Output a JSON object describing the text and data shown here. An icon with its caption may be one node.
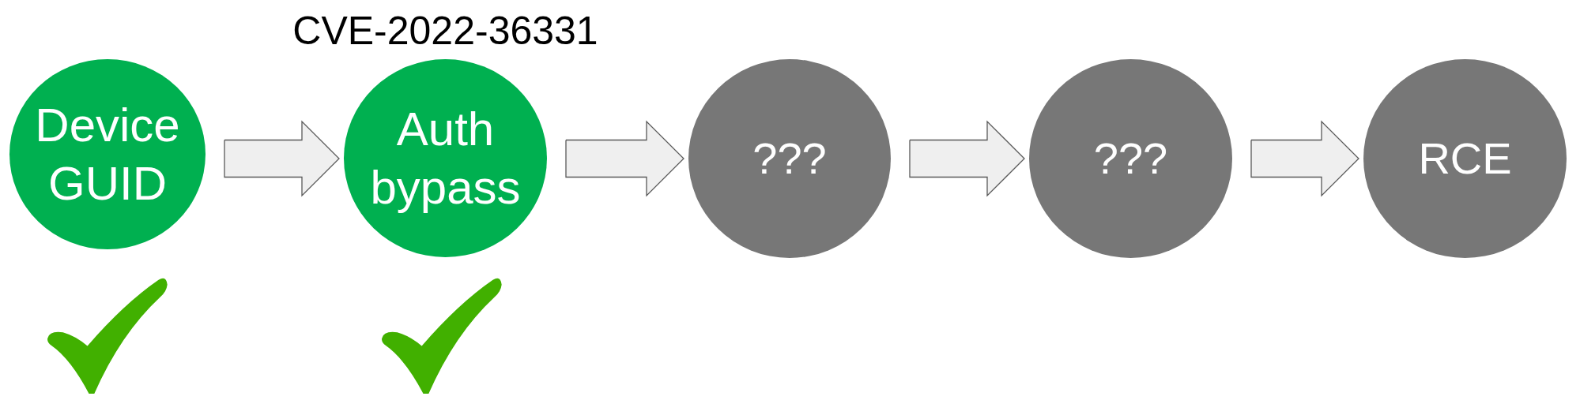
{
  "diagram": {
    "nodes": [
      {
        "text": [
          "Device GUID"
        ]
      },
      {
        "text": [
          "Auth bypass"
        ],
        "beside": [
          "CVE-2022-36331"
        ]
      },
      {
        "text": [
          "???"
        ]
      },
      {
        "text": [
          "???"
        ]
      },
      {
        "text": [
          "RCE"
        ]
      }
    ],
    "edges": [
      {
        "from": 0,
        "to": 1,
        "arrow": "to"
      },
      {
        "from": 1,
        "to": 2,
        "arrow": "to"
      },
      {
        "from": 2,
        "to": 3,
        "arrow": "to"
      },
      {
        "from": 3,
        "to": 4,
        "arrow": "to"
      }
    ]
  }
}
